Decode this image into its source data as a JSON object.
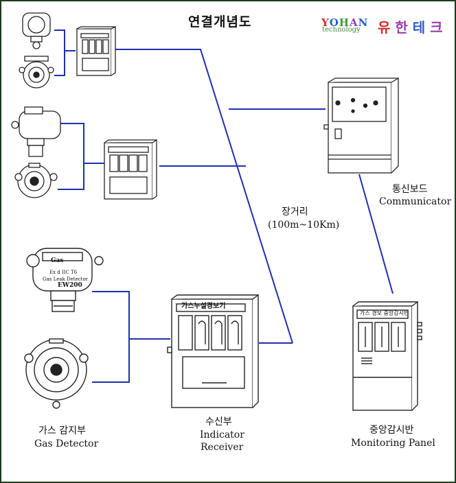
{
  "title": "연결개념도",
  "logo": {
    "brand_letters": [
      "Y",
      "O",
      "H",
      "A",
      "N"
    ],
    "brand_colors": [
      "#d22a2a",
      "#2b5cc8",
      "#3a9a3a",
      "#9a3ab0",
      "#2b5cc8"
    ],
    "tagline": "technology",
    "korean_chars": [
      "유",
      "한",
      "테",
      "크"
    ],
    "korean_colors": [
      "#d22a2a",
      "#9a3ab0",
      "#2b5cc8",
      "#9a3ab0"
    ]
  },
  "long_distance": {
    "label": "장거리",
    "range": "(100m~10Km)"
  },
  "communicator": {
    "label_ko": "통신보드",
    "label_en": "Communicator"
  },
  "gas_detector": {
    "label_ko": "가스 감지부",
    "label_en": "Gas Detector",
    "device_text": {
      "gas": "Gas",
      "model": "Ex d IIC T6",
      "line": "Gas Leak Detector",
      "brand": "EW200"
    }
  },
  "receiver": {
    "label_ko": "수신부",
    "label_en_1": "Indicator",
    "label_en_2": "Receiver",
    "panel_title": "가스누설경보기"
  },
  "monitoring_panel": {
    "label_ko": "중앙감시반",
    "label_en": "Monitoring Panel",
    "panel_title": "가스 경보 중앙감시반"
  },
  "colors": {
    "wire": "#1c2fb0",
    "equipment_line": "#222222",
    "frame": "#1f3b1f"
  }
}
